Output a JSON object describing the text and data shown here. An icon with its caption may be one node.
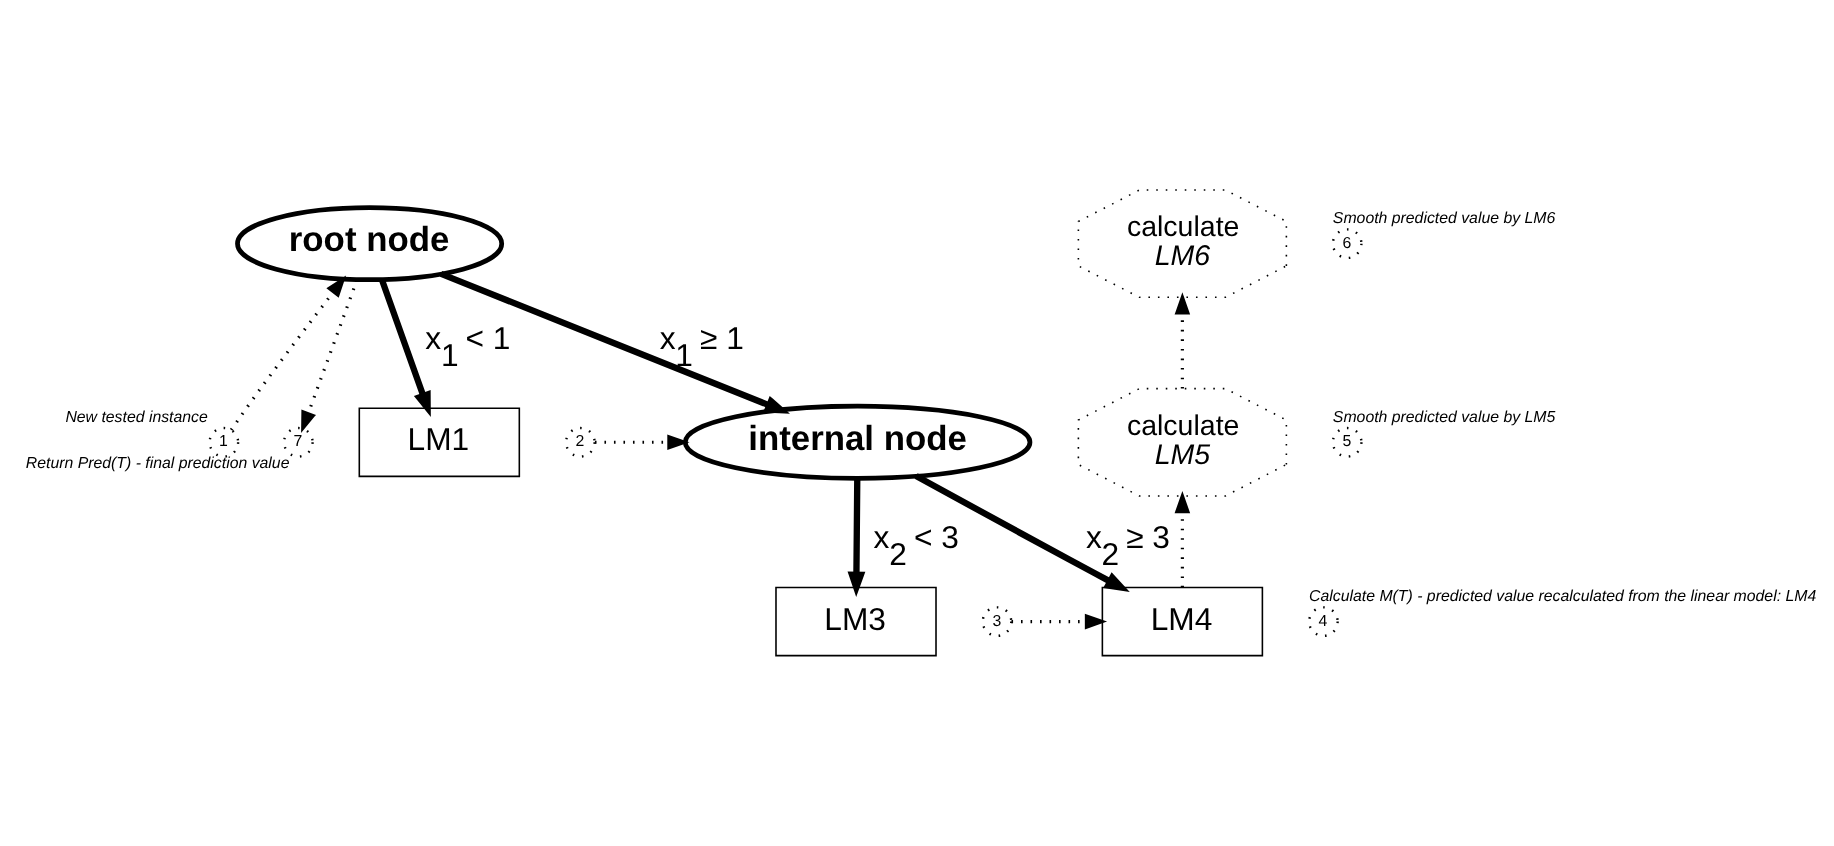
{
  "diagram": {
    "nodes": [
      {
        "text": [
          "1"
        ],
        "beside": [
          "New tested instance"
        ]
      },
      {
        "text": [
          "7"
        ],
        "beside": [
          "Return Pred(T) - final prediction value"
        ]
      },
      {
        "text": [
          "root node"
        ]
      },
      {
        "text": [
          "calculate",
          "LM6"
        ]
      },
      {
        "text": [
          "6"
        ],
        "beside": [
          "Smooth predicted value by LM6"
        ]
      },
      {
        "text": [
          "LM1"
        ]
      },
      {
        "text": [
          "2"
        ]
      },
      {
        "text": [
          "internal node"
        ]
      },
      {
        "text": [
          "calculate",
          "LM5"
        ]
      },
      {
        "text": [
          "5"
        ],
        "beside": [
          "Smooth predicted value by LM5"
        ]
      },
      {
        "text": [
          "3"
        ]
      },
      {
        "text": [
          "LM3"
        ]
      },
      {
        "text": [
          "LM4"
        ]
      },
      {
        "text": [
          "4"
        ],
        "beside": [
          "Calculate M(T) - predicted value recalculated from the linear model: LM4"
        ]
      }
    ],
    "edges": [
      {
        "from": 0,
        "to": 2,
        "arrow": "to",
        "style": "dashed"
      },
      {
        "from": 2,
        "to": 1,
        "arrow": "to",
        "style": "dashed"
      },
      {
        "from": 2,
        "to": 5,
        "arrow": "to",
        "style": "thick",
        "label": "x$_{1}$ < 1"
      },
      {
        "from": 2,
        "to": 7,
        "arrow": "to",
        "style": "thick",
        "label": "x$_{1}$ ≥ 1"
      },
      {
        "from": 6,
        "to": 7,
        "arrow": "to",
        "style": "dashed"
      },
      {
        "from": 7,
        "to": 11,
        "arrow": "to",
        "style": "thick",
        "label": "x$_{2}$ < 3"
      },
      {
        "from": 7,
        "to": 12,
        "arrow": "to",
        "style": "thick",
        "label": "x$_{2}$ ≥ 3"
      },
      {
        "from": 10,
        "to": 12,
        "arrow": "to",
        "style": "dashed"
      },
      {
        "from": 12,
        "to": 8,
        "arrow": "to",
        "style": "dashed"
      },
      {
        "from": 8,
        "to": 3,
        "arrow": "to",
        "style": "dashed"
      }
    ]
  }
}
